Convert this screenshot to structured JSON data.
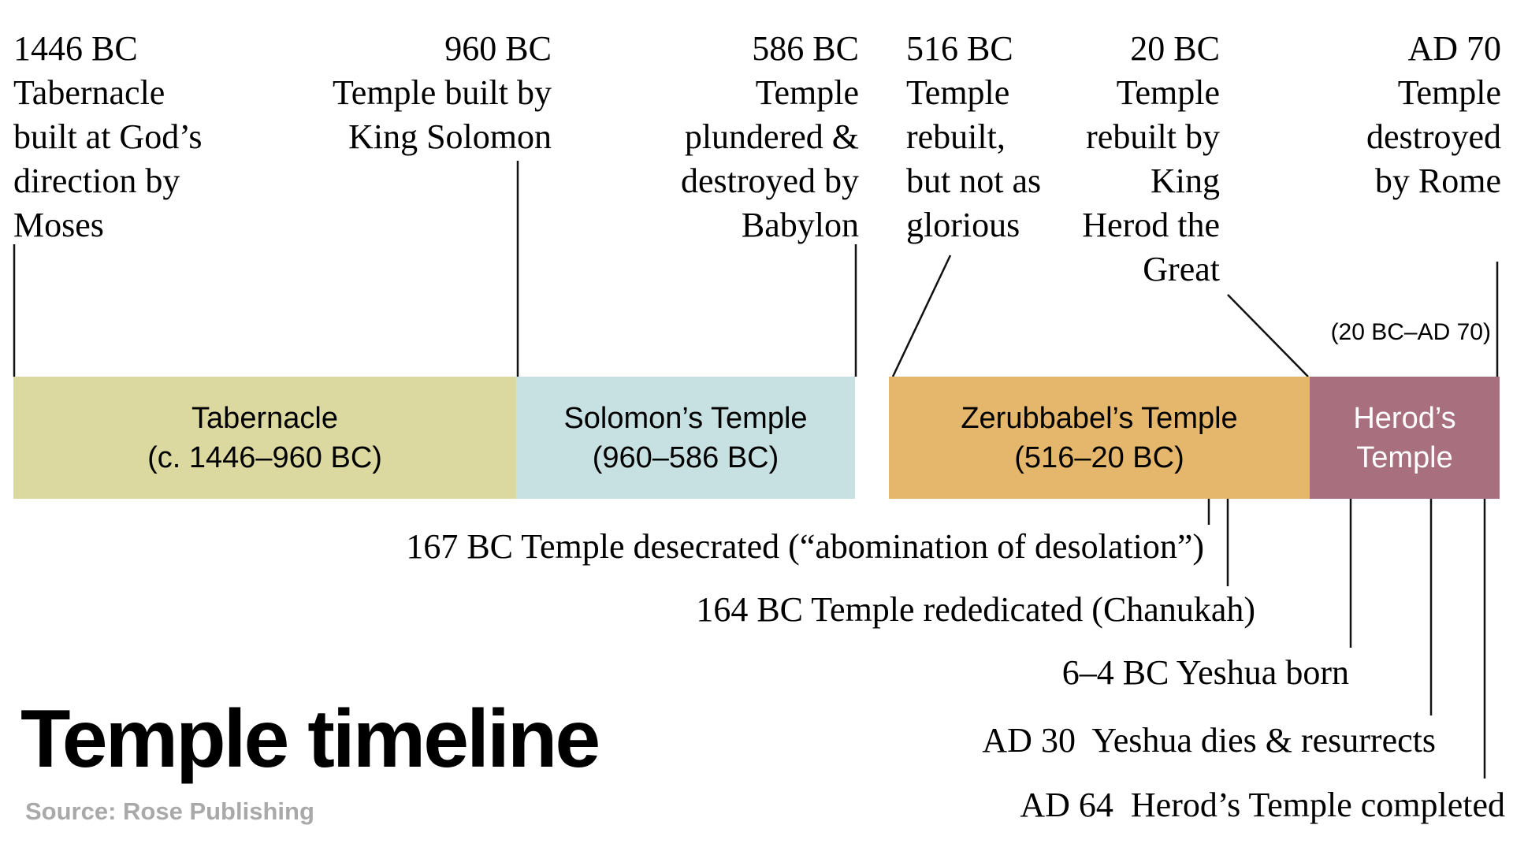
{
  "title": "Temple timeline",
  "source": "Source: Rose Publishing",
  "colors": {
    "tabernacle_bar": "#dcd9a0",
    "solomon_bar": "#c7e0e2",
    "zerubbabel_bar": "#e4b76c",
    "herod_bar": "#a8707f",
    "herod_label_text": "#ffffff",
    "annotation_text": "#000000",
    "source_text": "#a9a9a9",
    "leader_line": "#111111"
  },
  "top_events": [
    {
      "date": "1446 BC",
      "text": "1446 BC\nTabernacle\nbuilt at God’s\ndirection by\nMoses"
    },
    {
      "date": "960 BC",
      "text": "960 BC\nTemple built by\nKing Solomon"
    },
    {
      "date": "586 BC",
      "text": "586 BC\nTemple\nplundered &\ndestroyed by\nBabylon"
    },
    {
      "date": "516 BC",
      "text": "516 BC\nTemple\nrebuilt,\nbut not as\nglorious"
    },
    {
      "date": "20 BC",
      "text": "20 BC\nTemple\nrebuilt by\nKing\nHerod the\nGreat"
    },
    {
      "date": "AD 70",
      "text": "AD 70\nTemple\ndestroyed\nby Rome"
    }
  ],
  "bars": [
    {
      "name": "Tabernacle",
      "period": "c. 1446–960 BC",
      "label": "Tabernacle\n(c. 1446–960 BC)"
    },
    {
      "name": "Solomon’s Temple",
      "period": "960–586 BC",
      "label": "Solomon’s Temple\n(960–586 BC)"
    },
    {
      "name": "Zerubbabel’s Temple",
      "period": "516–20 BC",
      "label": "Zerubbabel’s Temple\n(516–20 BC)"
    },
    {
      "name": "Herod’s Temple",
      "period": "20 BC–AD 70",
      "label": "Herod’s\nTemple"
    }
  ],
  "herod_range_label": "(20 BC–AD 70)",
  "bottom_events": [
    {
      "date": "167 BC",
      "text": "167 BC Temple desecrated (“abomination of desolation”)"
    },
    {
      "date": "164 BC",
      "text": "164 BC Temple rededicated (Chanukah)"
    },
    {
      "date": "6–4 BC",
      "text": "6–4 BC Yeshua born"
    },
    {
      "date": "AD 30",
      "text": "AD 30  Yeshua dies & resurrects"
    },
    {
      "date": "AD 64",
      "text": "AD 64  Herod’s Temple completed"
    }
  ]
}
